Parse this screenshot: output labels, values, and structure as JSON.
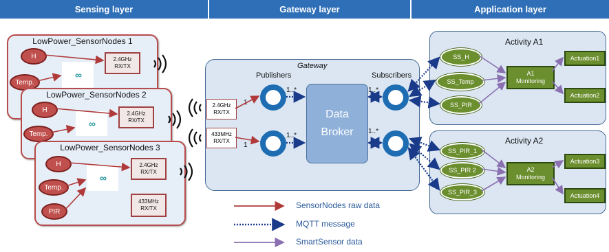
{
  "headers": {
    "sensing": "Sensing layer",
    "gateway": "Gateway layer",
    "application": "Application layer"
  },
  "sensor_nodes": [
    {
      "title": "LowPower_SensorNodes 1",
      "sensors": [
        "H",
        "Temp."
      ],
      "radios": [
        "2.4GHz RX/TX"
      ]
    },
    {
      "title": "LowPower_SensorNodes 2",
      "sensors": [
        "H",
        "Temp."
      ],
      "radios": [
        "2.4GHz RX/TX"
      ]
    },
    {
      "title": "LowPower_SensorNodes 3",
      "sensors": [
        "H",
        "Temp.",
        "PIR"
      ],
      "radios": [
        "2.4GHz RX/TX",
        "433MHz RX/TX"
      ]
    }
  ],
  "arduino_logo": "ARDUINO",
  "gateway": {
    "title": "Gateway",
    "publishers_label": "Publishers",
    "subscribers_label": "Subscribers",
    "broker_line1": "Data",
    "broker_line2": "Broker",
    "radio_top_line1": "2.4GHz",
    "radio_top_line2": "RX/TX",
    "radio_bottom_line1": "433MHz",
    "radio_bottom_line2": "RX/TX",
    "mult_one": "1",
    "mult_many": "1..*"
  },
  "activities": [
    {
      "title": "Activity A1",
      "sensors": [
        "SS_H",
        "SS_Temp",
        "SS_PIR"
      ],
      "monitor_line1": "A1",
      "monitor_line2": "Monitoring",
      "actuations": [
        "Actuation1",
        "Actuation2"
      ]
    },
    {
      "title": "Activity A2",
      "sensors": [
        "SS_PIR_1",
        "SS_PIR 2",
        "SS_PIR_3"
      ],
      "monitor_line1": "A2",
      "monitor_line2": "Monitoring",
      "actuations": [
        "Actuation3",
        "Actuation4"
      ]
    }
  ],
  "legend": [
    {
      "label": "SensorNodes raw data",
      "color": "#b03a3a",
      "style": "solid"
    },
    {
      "label": "MQTT message",
      "color": "#1a3a8a",
      "style": "dotted"
    },
    {
      "label": "SmartSensor data",
      "color": "#8a70b0",
      "style": "solid"
    }
  ],
  "colors": {
    "header": "#2f6fb7",
    "sensor_oval": "#c0504d",
    "green": "#6b8e2e",
    "port": "#1e6db3"
  }
}
